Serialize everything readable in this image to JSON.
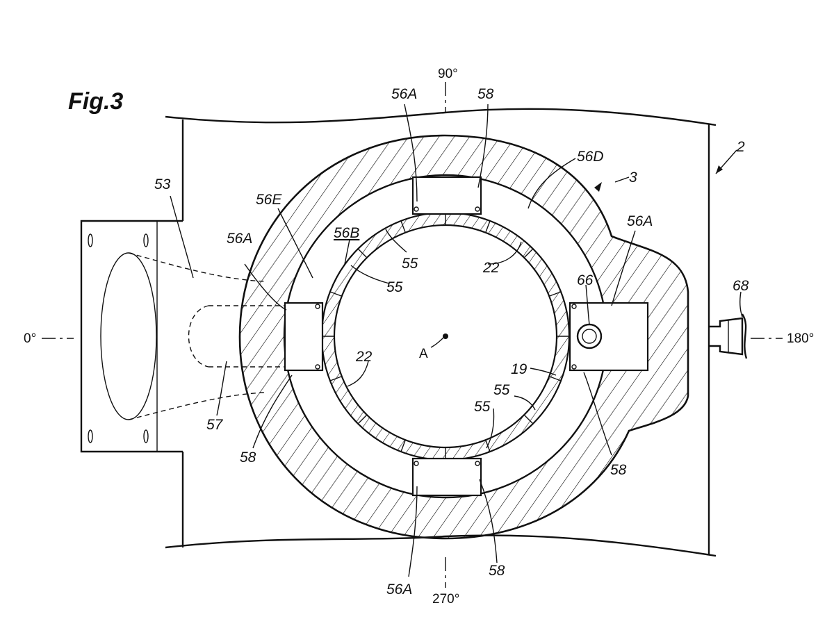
{
  "figure": {
    "title": "Fig.3",
    "angles": {
      "a0": "0°",
      "a90": "90°",
      "a180": "180°",
      "a270": "270°"
    },
    "refs": {
      "r2": "2",
      "r3": "3",
      "r19": "19",
      "r22a": "22",
      "r22b": "22",
      "r53": "53",
      "r55a": "55",
      "r55b": "55",
      "r55c": "55",
      "r55d": "55",
      "r56a_top": "56A",
      "r56a_left": "56A",
      "r56a_right": "56A",
      "r56a_bottom": "56A",
      "r56b": "56B",
      "r56d": "56D",
      "r56e": "56E",
      "r57": "57",
      "r58_top": "58",
      "r58_left": "58",
      "r58_right": "58",
      "r58_bottom": "58",
      "r66": "66",
      "r68": "68",
      "axis_a": "A"
    }
  }
}
